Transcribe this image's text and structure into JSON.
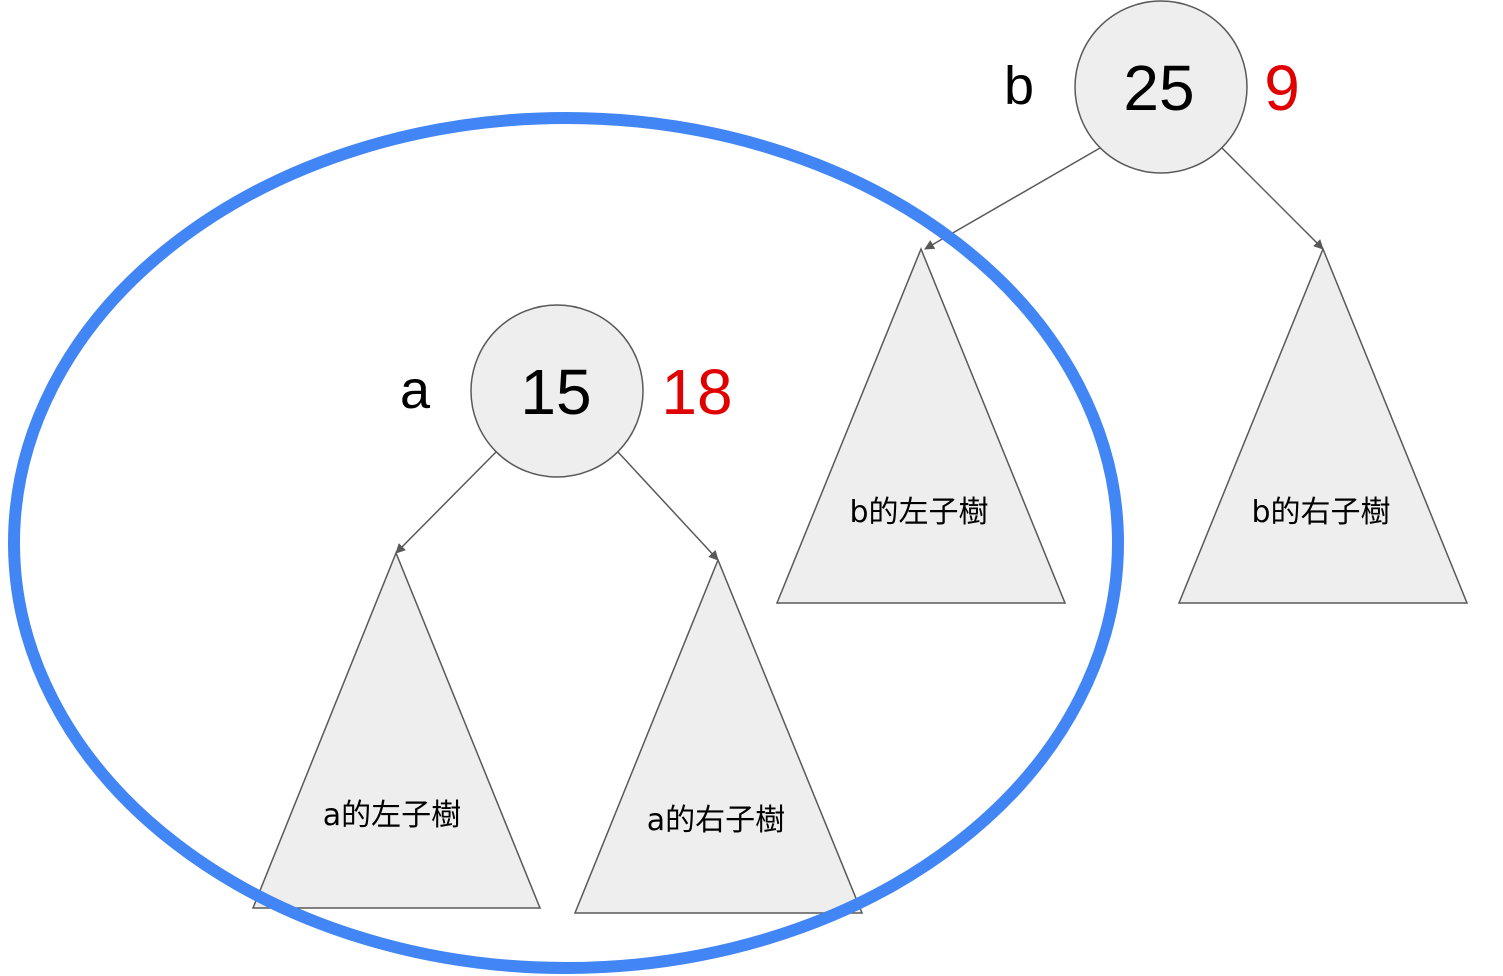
{
  "colors": {
    "node_fill": "#eeeeee",
    "outline": "#595959",
    "highlight_ring": "#4285f4",
    "count_text": "#e00000",
    "text": "#000000"
  },
  "nodes": {
    "b": {
      "label": "b",
      "value": "25",
      "count": "9"
    },
    "a": {
      "label": "a",
      "value": "15",
      "count": "18"
    }
  },
  "subtrees": {
    "b_left": "b的左子樹",
    "b_right": "b的右子樹",
    "a_left": "a的左子樹",
    "a_right": "a的右子樹"
  }
}
